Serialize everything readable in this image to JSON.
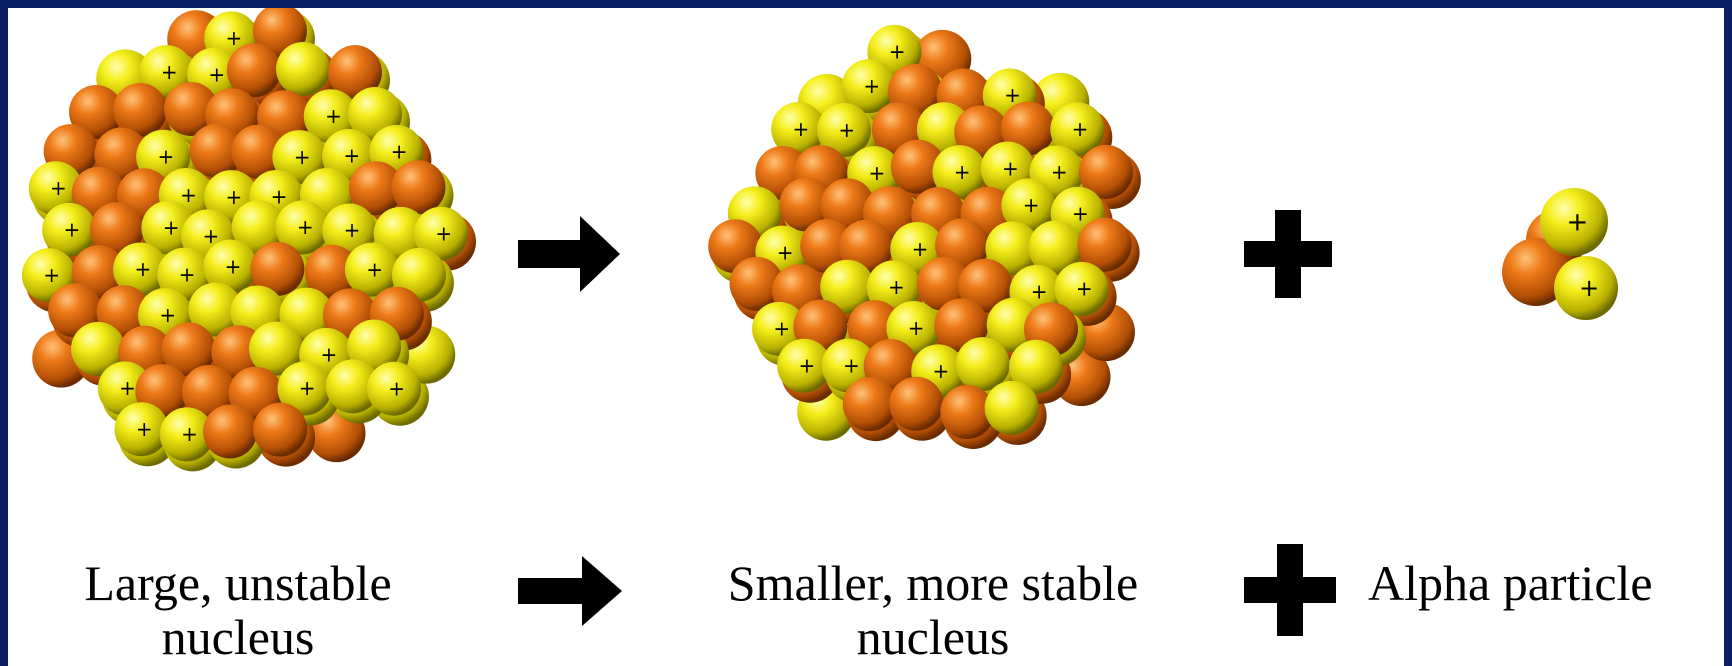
{
  "colors": {
    "background": "#0a1f66",
    "panel": "#ffffff",
    "proton": "#e8e010",
    "neutron": "#e0670c",
    "symbol": "#000000"
  },
  "proton_mark": "+",
  "captions": {
    "large_nucleus": {
      "line1": "Large, unstable",
      "line2": "nucleus"
    },
    "smaller_nucleus": {
      "line1": "Smaller, more stable",
      "line2": "nucleus"
    },
    "alpha_particle": "Alpha particle"
  },
  "operators": {
    "arrow": "right-arrow-icon",
    "plus": "plus-icon"
  },
  "alpha_particle_composition": {
    "protons": 2,
    "neutrons": 2
  }
}
